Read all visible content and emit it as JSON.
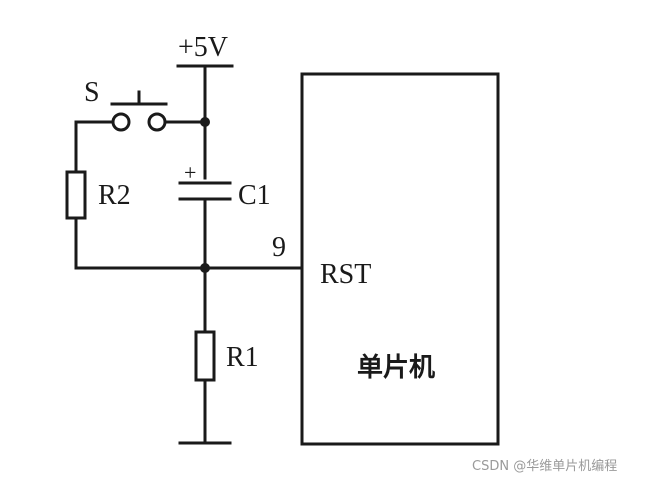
{
  "labels": {
    "supply": "+5V",
    "switch": "S",
    "r2": "R2",
    "cap_plus": "+",
    "c1": "C1",
    "pin": "9",
    "rst": "RST",
    "r1": "R1",
    "mcu": "单片机"
  },
  "watermark": "CSDN @华维单片机编程"
}
